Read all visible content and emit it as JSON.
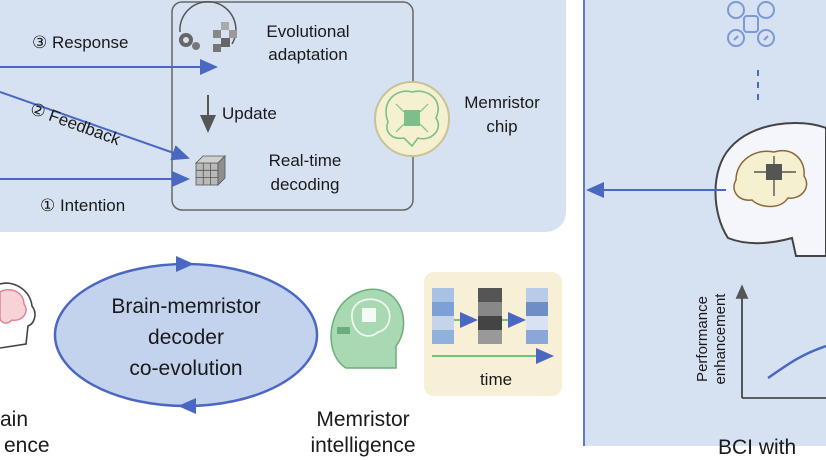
{
  "loop": {
    "response": "③ Response",
    "feedback": "② Feedback",
    "intention": "① Intention"
  },
  "module": {
    "evolutional": "Evolutional",
    "adaptation": "adaptation",
    "update": "Update",
    "realtime": "Real-time",
    "decoding": "decoding"
  },
  "chip": {
    "line1": "Memristor",
    "line2": "chip"
  },
  "coevolution": {
    "line1": "Brain-memristor",
    "line2": "decoder",
    "line3": "co-evolution"
  },
  "partial": {
    "brain_left_1": "ain",
    "brain_left_2": "ence",
    "memristor_bottom_1": "Memristor",
    "memristor_bottom_2": "intelligence",
    "bci_partial": "BCI with"
  },
  "time_label": "time",
  "performance_axis": {
    "line1": "Performance",
    "line2": "enhancement"
  },
  "colors": {
    "panel": "#d6e2f2",
    "accent_blue": "#4a67c2",
    "ellipse_fill": "#c3d3ee",
    "chip_fill": "#f5f0cf",
    "head_green": "#a9d9b3",
    "time_panel": "#f7efd6"
  }
}
